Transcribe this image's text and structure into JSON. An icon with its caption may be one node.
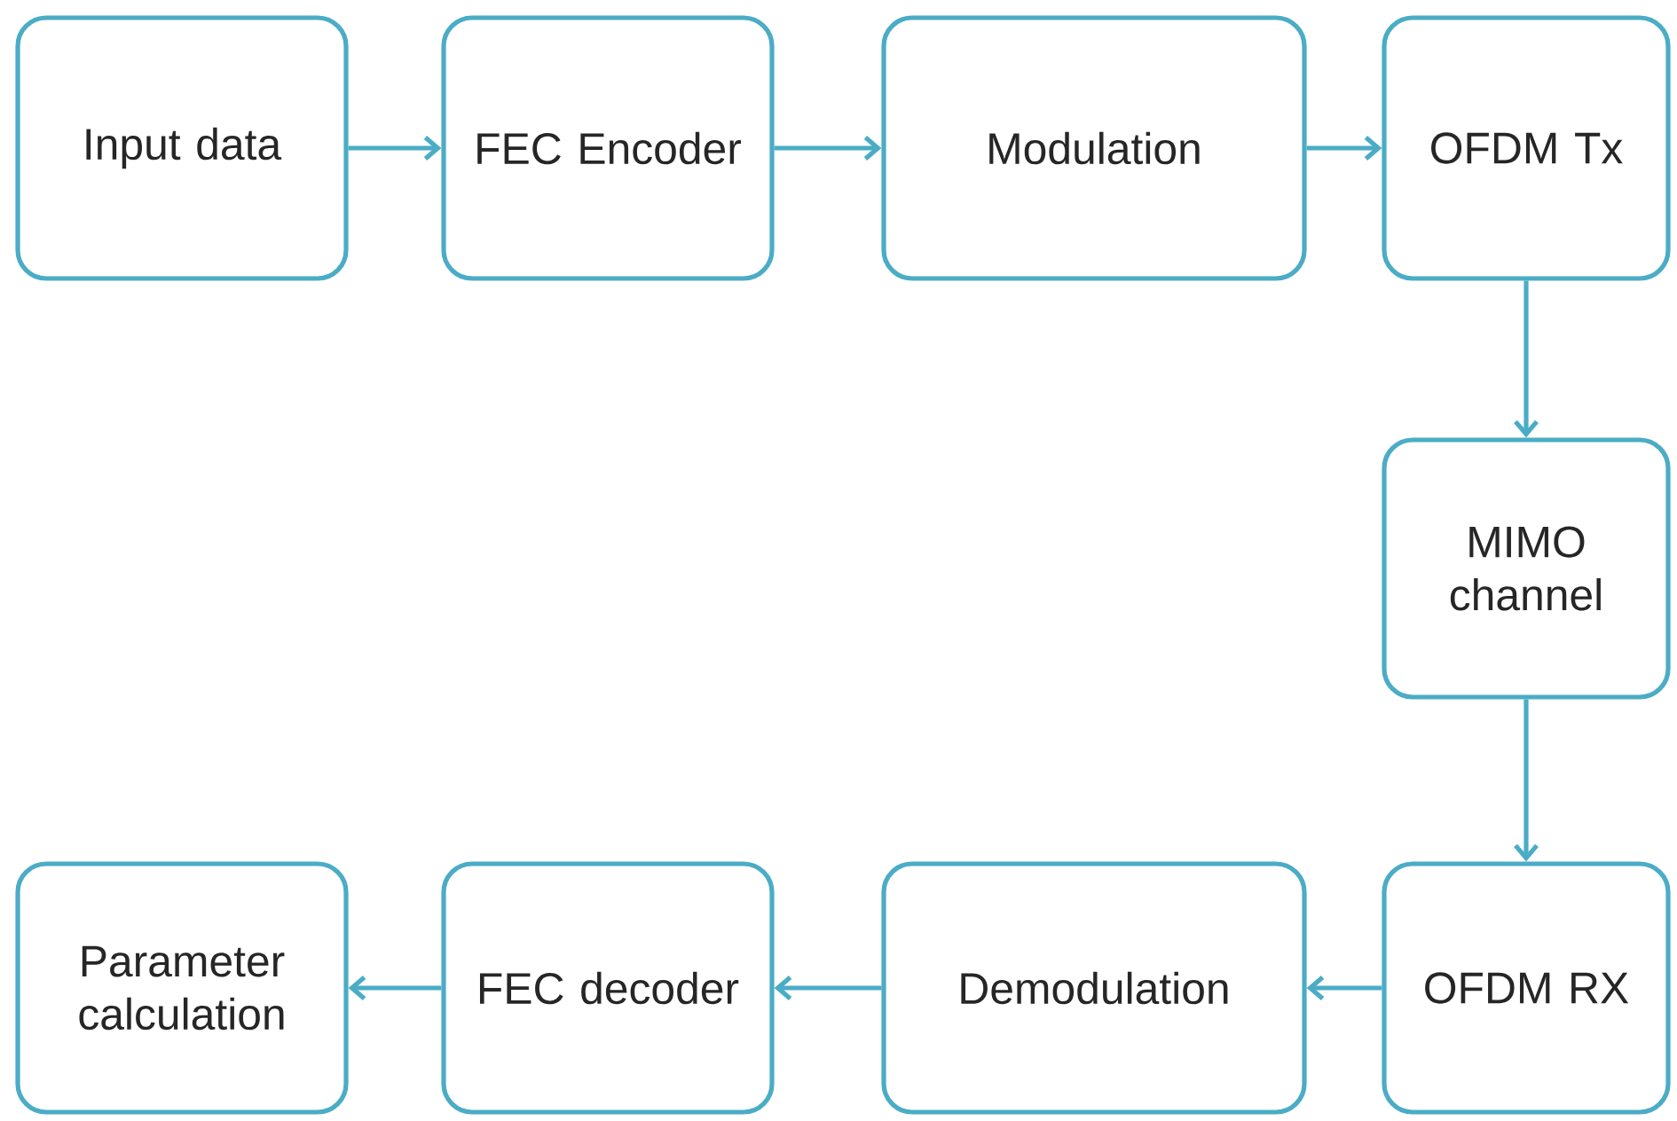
{
  "diagram": {
    "nodes": [
      {
        "text": [
          "Input data"
        ]
      },
      {
        "text": [
          "FEC Encoder"
        ]
      },
      {
        "text": [
          "Modulation"
        ]
      },
      {
        "text": [
          "OFDM Tx"
        ]
      },
      {
        "text": [
          "MIMO channel"
        ]
      },
      {
        "text": [
          "OFDM RX"
        ]
      },
      {
        "text": [
          "Demodulation"
        ]
      },
      {
        "text": [
          "FEC decoder"
        ]
      },
      {
        "text": [
          "Parameter calculation"
        ]
      }
    ],
    "edges": [
      {
        "from": 0,
        "to": 1,
        "arrow": "to"
      },
      {
        "from": 1,
        "to": 2,
        "arrow": "to"
      },
      {
        "from": 2,
        "to": 3,
        "arrow": "to"
      },
      {
        "from": 3,
        "to": 4,
        "arrow": "to"
      },
      {
        "from": 4,
        "to": 5,
        "arrow": "to"
      },
      {
        "from": 5,
        "to": 6,
        "arrow": "to"
      },
      {
        "from": 6,
        "to": 7,
        "arrow": "to"
      },
      {
        "from": 7,
        "to": 8,
        "arrow": "to"
      }
    ]
  }
}
